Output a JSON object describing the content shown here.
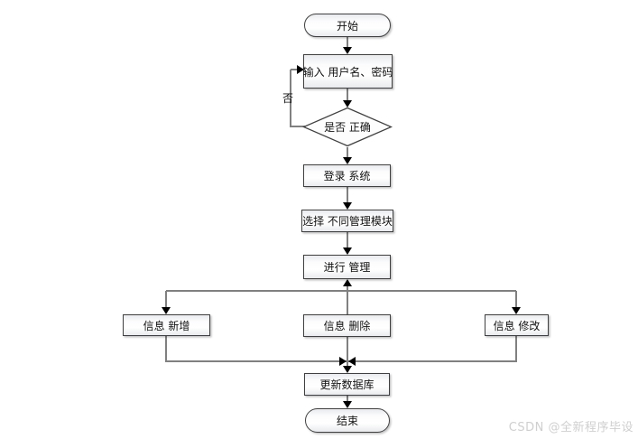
{
  "flowchart": {
    "nodes": {
      "start": {
        "label": "开始",
        "shape": "terminator"
      },
      "input_credentials": {
        "label": "输入 用户名、密码",
        "shape": "process"
      },
      "verify": {
        "label": "是否 正确",
        "shape": "decision"
      },
      "login": {
        "label": "登录 系统",
        "shape": "process"
      },
      "select_module": {
        "label": "选择 不同管理模块",
        "shape": "process"
      },
      "manage": {
        "label": "进行 管理",
        "shape": "process"
      },
      "info_add": {
        "label": "信息 新增",
        "shape": "process"
      },
      "info_delete": {
        "label": "信息 删除",
        "shape": "process"
      },
      "info_modify": {
        "label": "信息 修改",
        "shape": "process"
      },
      "update_db": {
        "label": "更新数据库",
        "shape": "process"
      },
      "end": {
        "label": "结束",
        "shape": "terminator"
      }
    },
    "edge_labels": {
      "decision_no": "否"
    },
    "edges": [
      "开始 → 输入 用户名、密码",
      "输入 用户名、密码 → 是否 正确",
      "是否 正确 —否→ 输入 用户名、密码",
      "是否 正确 → 登录 系统",
      "登录 系统 → 选择 不同管理模块",
      "选择 不同管理模块 → 进行 管理",
      "分支线 → 信息 新增 / 信息 删除 / 信息 修改（汇回 进行 管理）",
      "信息 新增 / 信息 删除 / 信息 修改 → 更新数据库",
      "更新数据库 → 结束"
    ],
    "colors": {
      "node_border": "#404040",
      "node_fill": "#ffffff",
      "connector": "#808080",
      "arrowhead": "#000000",
      "text": "#111111"
    }
  },
  "watermark": {
    "text": "CSDN @全新程序毕设",
    "color": "#cfcfcf"
  }
}
